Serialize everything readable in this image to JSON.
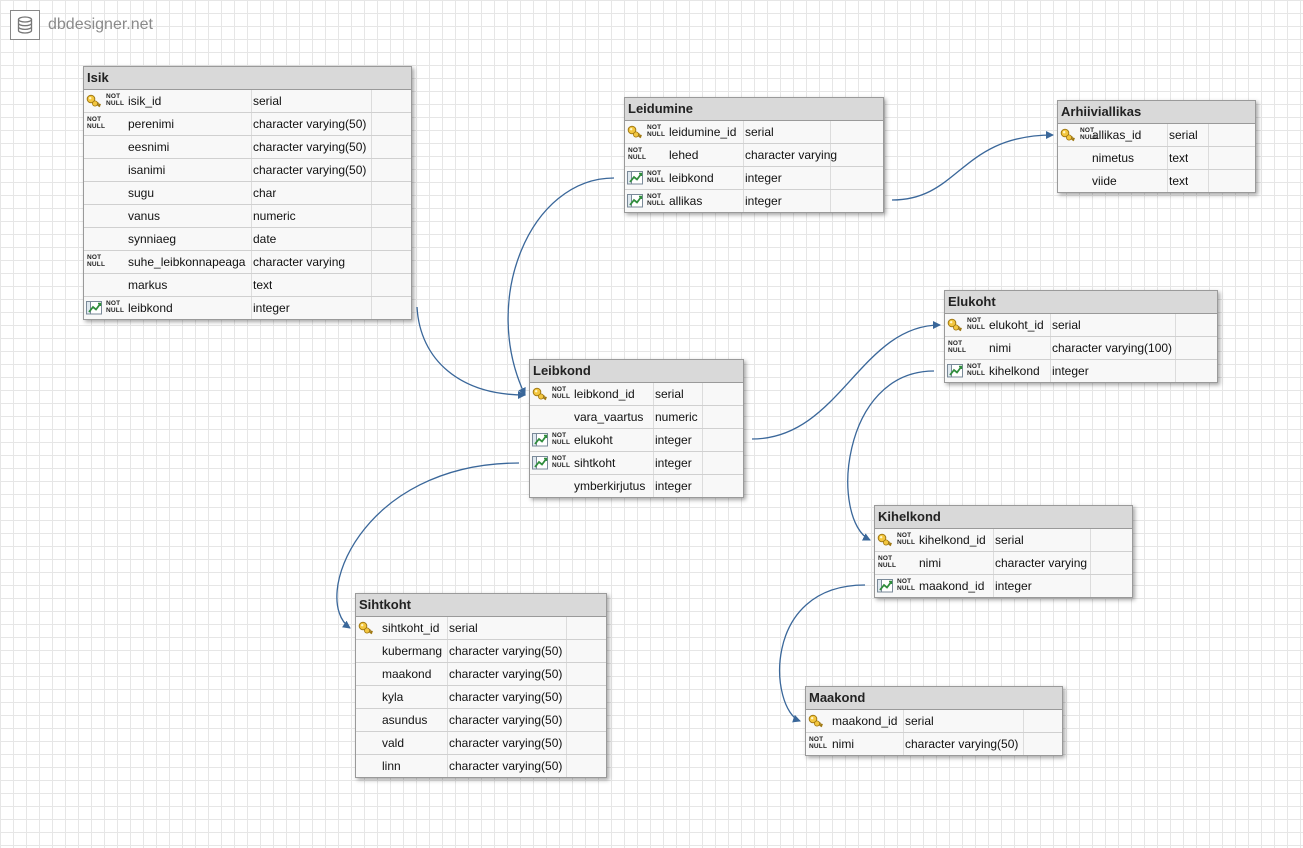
{
  "app": {
    "brand": "dbdesigner.net",
    "logo_icon": "database-icon"
  },
  "colors": {
    "link": "#3a679a",
    "header_bg": "#d9d9d9",
    "key_icon": "#e8b838",
    "fk_icon": "#3f8fc4"
  },
  "tables": {
    "isik": {
      "name": "Isik",
      "columns": [
        {
          "name": "isik_id",
          "type": "serial",
          "pk": true,
          "fk": false,
          "not_null": true
        },
        {
          "name": "perenimi",
          "type": "character varying(50)",
          "pk": false,
          "fk": false,
          "not_null": true
        },
        {
          "name": "eesnimi",
          "type": "character varying(50)",
          "pk": false,
          "fk": false,
          "not_null": false
        },
        {
          "name": "isanimi",
          "type": "character varying(50)",
          "pk": false,
          "fk": false,
          "not_null": false
        },
        {
          "name": "sugu",
          "type": "char",
          "pk": false,
          "fk": false,
          "not_null": false
        },
        {
          "name": "vanus",
          "type": "numeric",
          "pk": false,
          "fk": false,
          "not_null": false
        },
        {
          "name": "synniaeg",
          "type": "date",
          "pk": false,
          "fk": false,
          "not_null": false
        },
        {
          "name": "suhe_leibkonnapeaga",
          "type": "character varying",
          "pk": false,
          "fk": false,
          "not_null": true
        },
        {
          "name": "markus",
          "type": "text",
          "pk": false,
          "fk": false,
          "not_null": false
        },
        {
          "name": "leibkond",
          "type": "integer",
          "pk": false,
          "fk": true,
          "not_null": true
        }
      ]
    },
    "leidumine": {
      "name": "Leidumine",
      "columns": [
        {
          "name": "leidumine_id",
          "type": "serial",
          "pk": true,
          "fk": false,
          "not_null": true
        },
        {
          "name": "lehed",
          "type": "character varying",
          "pk": false,
          "fk": false,
          "not_null": true
        },
        {
          "name": "leibkond",
          "type": "integer",
          "pk": false,
          "fk": true,
          "not_null": true
        },
        {
          "name": "allikas",
          "type": "integer",
          "pk": false,
          "fk": true,
          "not_null": true
        }
      ]
    },
    "arhiiviallikas": {
      "name": "Arhiiviallikas",
      "columns": [
        {
          "name": "allikas_id",
          "type": "serial",
          "pk": true,
          "fk": false,
          "not_null": true
        },
        {
          "name": "nimetus",
          "type": "text",
          "pk": false,
          "fk": false,
          "not_null": false
        },
        {
          "name": "viide",
          "type": "text",
          "pk": false,
          "fk": false,
          "not_null": false
        }
      ]
    },
    "elukoht": {
      "name": "Elukoht",
      "columns": [
        {
          "name": "elukoht_id",
          "type": "serial",
          "pk": true,
          "fk": false,
          "not_null": true
        },
        {
          "name": "nimi",
          "type": "character varying(100)",
          "pk": false,
          "fk": false,
          "not_null": true
        },
        {
          "name": "kihelkond",
          "type": "integer",
          "pk": false,
          "fk": true,
          "not_null": true
        }
      ]
    },
    "leibkond": {
      "name": "Leibkond",
      "columns": [
        {
          "name": "leibkond_id",
          "type": "serial",
          "pk": true,
          "fk": false,
          "not_null": true
        },
        {
          "name": "vara_vaartus",
          "type": "numeric",
          "pk": false,
          "fk": false,
          "not_null": false
        },
        {
          "name": "elukoht",
          "type": "integer",
          "pk": false,
          "fk": true,
          "not_null": true
        },
        {
          "name": "sihtkoht",
          "type": "integer",
          "pk": false,
          "fk": true,
          "not_null": true
        },
        {
          "name": "ymberkirjutus",
          "type": "integer",
          "pk": false,
          "fk": false,
          "not_null": false
        }
      ]
    },
    "kihelkond": {
      "name": "Kihelkond",
      "columns": [
        {
          "name": "kihelkond_id",
          "type": "serial",
          "pk": true,
          "fk": false,
          "not_null": true
        },
        {
          "name": "nimi",
          "type": "character varying",
          "pk": false,
          "fk": false,
          "not_null": true
        },
        {
          "name": "maakond_id",
          "type": "integer",
          "pk": false,
          "fk": true,
          "not_null": true
        }
      ]
    },
    "sihtkoht": {
      "name": "Sihtkoht",
      "columns": [
        {
          "name": "sihtkoht_id",
          "type": "serial",
          "pk": true,
          "fk": false,
          "not_null": false
        },
        {
          "name": "kubermang",
          "type": "character varying(50)",
          "pk": false,
          "fk": false,
          "not_null": false
        },
        {
          "name": "maakond",
          "type": "character varying(50)",
          "pk": false,
          "fk": false,
          "not_null": false
        },
        {
          "name": "kyla",
          "type": "character varying(50)",
          "pk": false,
          "fk": false,
          "not_null": false
        },
        {
          "name": "asundus",
          "type": "character varying(50)",
          "pk": false,
          "fk": false,
          "not_null": false
        },
        {
          "name": "vald",
          "type": "character varying(50)",
          "pk": false,
          "fk": false,
          "not_null": false
        },
        {
          "name": "linn",
          "type": "character varying(50)",
          "pk": false,
          "fk": false,
          "not_null": false
        }
      ]
    },
    "maakond": {
      "name": "Maakond",
      "columns": [
        {
          "name": "maakond_id",
          "type": "serial",
          "pk": true,
          "fk": false,
          "not_null": false
        },
        {
          "name": "nimi",
          "type": "character varying(50)",
          "pk": false,
          "fk": false,
          "not_null": true
        }
      ]
    }
  },
  "relations": [
    {
      "from": "isik.leibkond",
      "to": "leibkond.leibkond_id"
    },
    {
      "from": "leidumine.leibkond",
      "to": "leibkond.leibkond_id"
    },
    {
      "from": "leidumine.allikas",
      "to": "arhiiviallikas.allikas_id"
    },
    {
      "from": "leibkond.elukoht",
      "to": "elukoht.elukoht_id"
    },
    {
      "from": "leibkond.sihtkoht",
      "to": "sihtkoht.sihtkoht_id"
    },
    {
      "from": "elukoht.kihelkond",
      "to": "kihelkond.kihelkond_id"
    },
    {
      "from": "kihelkond.maakond_id",
      "to": "maakond.maakond_id"
    }
  ]
}
